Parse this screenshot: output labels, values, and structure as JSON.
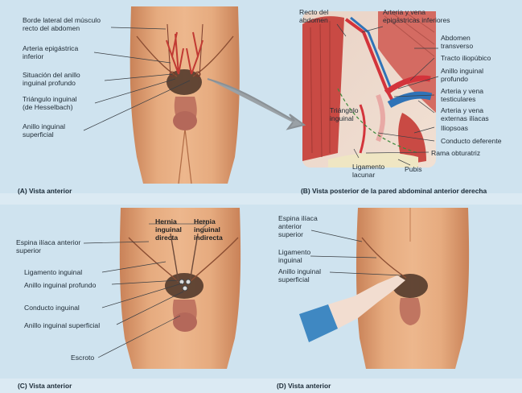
{
  "panel_a": {
    "caption": "(A) Vista anterior",
    "labels": {
      "borde_lateral": "Borde lateral del músculo\nrecto del abdomen",
      "arteria_epigastrica": "Arteria epigástrica\ninferior",
      "situacion_anillo": "Situación del anillo\ninguinal profundo",
      "triangulo": "Triángulo inguinal\n(de Hesselbach)",
      "anillo_superficial": "Anillo inguinal\nsuperficial"
    }
  },
  "panel_b": {
    "caption": "(B) Vista posterior de la pared abdominal anterior derecha",
    "labels": {
      "recto": "Recto del\nabdomen",
      "arteria_vena_epi": "Arteria y vena\nepigástricas inferiores",
      "abdomen_transverso": "Abdomen\ntransverso",
      "tracto": "Tracto iliopúbico",
      "anillo_profundo": "Anillo inguinal\nprofundo",
      "testiculares": "Arteria y vena\ntesticulares",
      "iliacas": "Arteria y vena\nexternas ilíacas",
      "iliopsoas": "Iliopsoas",
      "conducto_deferente": "Conducto deferente",
      "rama_obturatriz": "Rama obturatriz",
      "pubis": "Pubis",
      "ligamento_lacunar": "Ligamento\nlacunar",
      "triangulo_inguinal": "Triángulo\ninguinal"
    }
  },
  "panel_c": {
    "caption": "(C) Vista anterior",
    "labels": {
      "hernia_directa": "Hernia\ninguinal\ndirecta",
      "hernia_indirecta": "Hernia\ninguinal\nindirecta",
      "espina": "Espina ilíaca anterior\nsuperior",
      "ligamento": "Ligamento inguinal",
      "anillo_profundo": "Anillo inguinal profundo",
      "conducto": "Conducto inguinal",
      "anillo_superficial": "Anillo inguinal superficial",
      "escroto": "Escroto"
    }
  },
  "panel_d": {
    "caption": "(D) Vista anterior",
    "labels": {
      "espina": "Espina ilíaca\nanterior\nsuperior",
      "ligamento": "Ligamento\ninguinal",
      "anillo": "Anillo inguinal\nsuperficial"
    }
  },
  "colors": {
    "background": "#cfe3ef",
    "skin": "#e4a679",
    "skin_shadow": "#c27d55",
    "muscle": "#c94a44",
    "artery": "#d3343b",
    "vein": "#2f73b7",
    "sleeve": "#3f88c2"
  }
}
